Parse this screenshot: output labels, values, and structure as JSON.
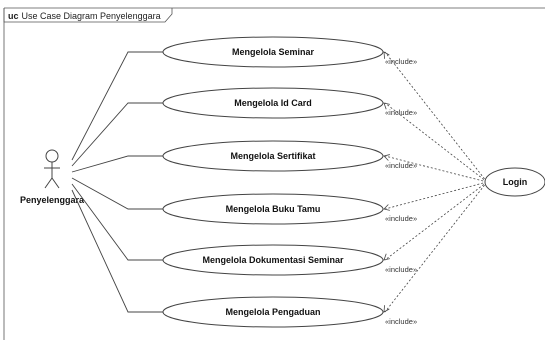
{
  "frame": {
    "kind": "uc",
    "title": "Use Case Diagram Penyelenggara"
  },
  "actor": {
    "name": "Penyelenggara",
    "icon": "stick-figure-icon"
  },
  "use_cases": [
    {
      "id": "mengelola-seminar",
      "label": "Mengelola Seminar"
    },
    {
      "id": "mengelola-id-card",
      "label": "Mengelola Id Card"
    },
    {
      "id": "mengelola-sertifikat",
      "label": "Mengelola Sertifikat"
    },
    {
      "id": "mengelola-buku-tamu",
      "label": "Mengelola Buku Tamu"
    },
    {
      "id": "mengelola-dokumentasi-seminar",
      "label": "Mengelola Dokumentasi Seminar"
    },
    {
      "id": "mengelola-pengaduan",
      "label": "Mengelola Pengaduan"
    }
  ],
  "login": {
    "label": "Login"
  },
  "relationship": {
    "stereotype": "«include»"
  }
}
